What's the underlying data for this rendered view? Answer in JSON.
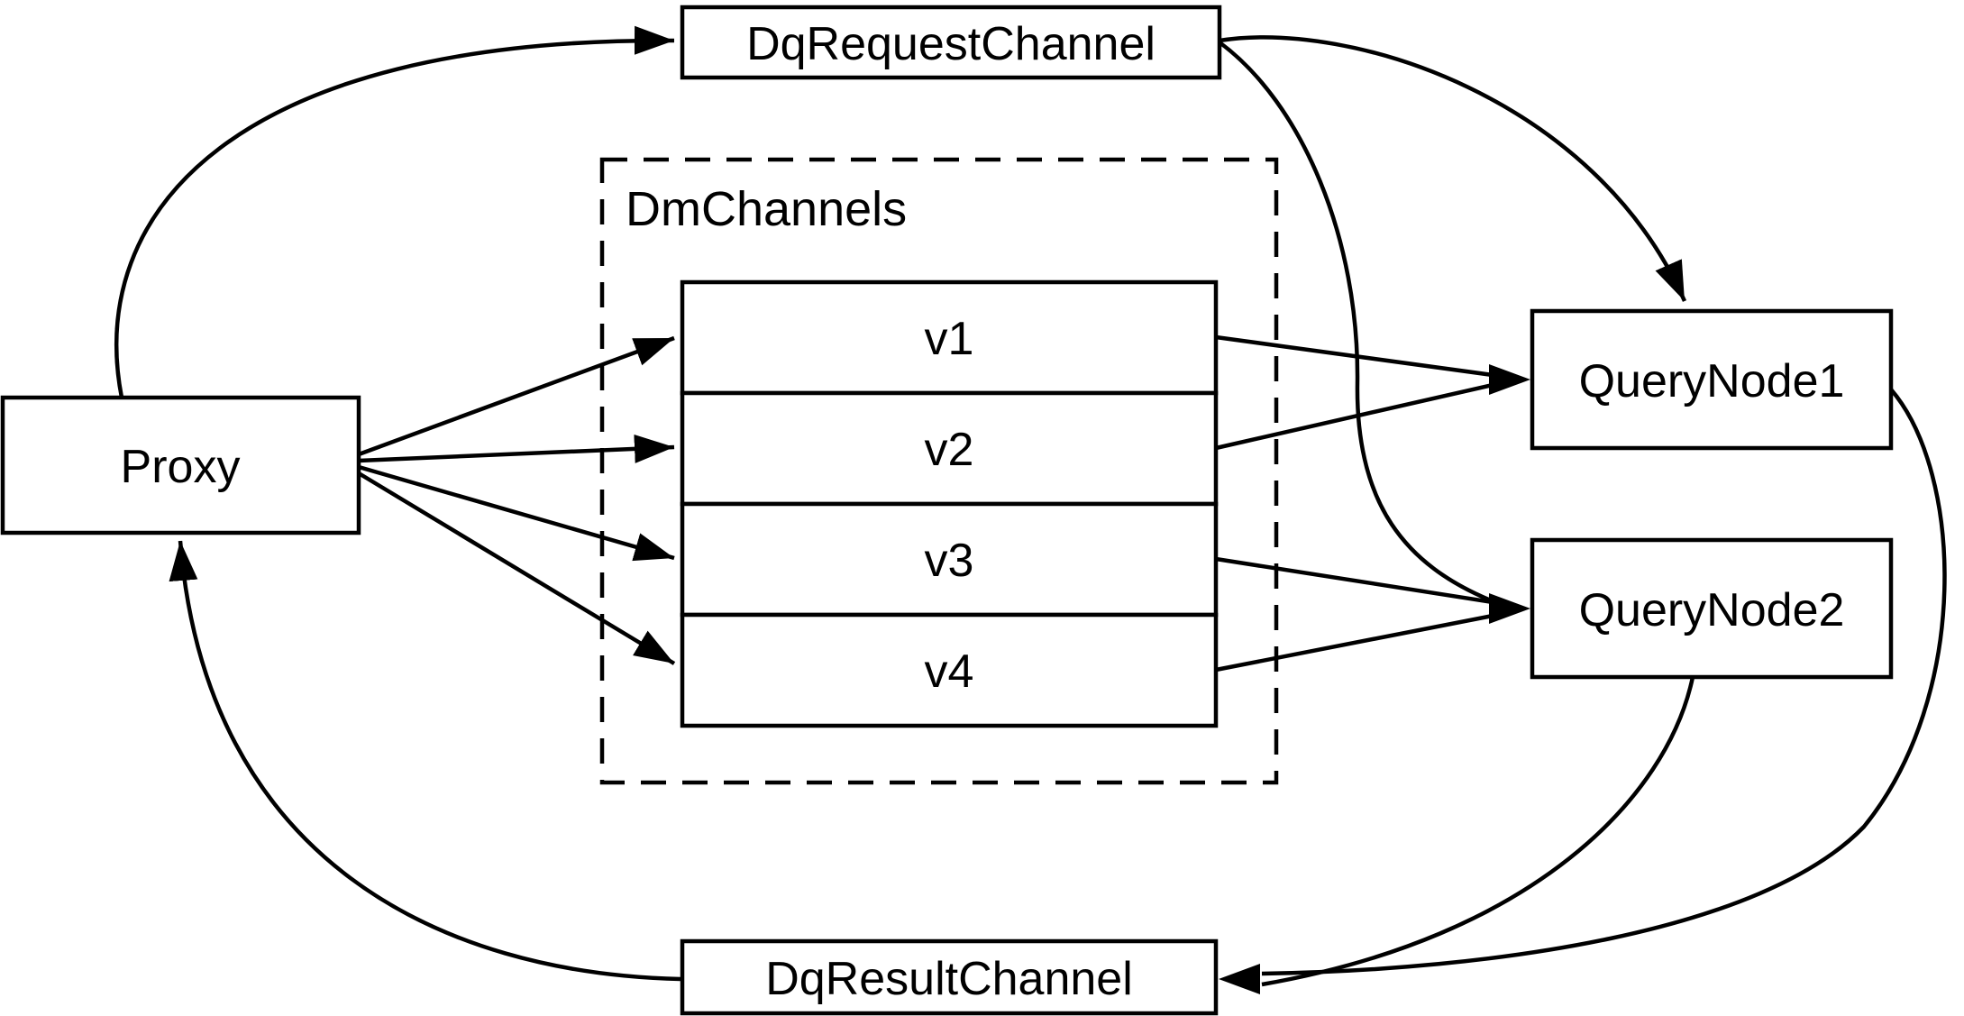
{
  "diagram": {
    "nodes": {
      "proxy": {
        "label": "Proxy"
      },
      "dq_request_channel": {
        "label": "DqRequestChannel"
      },
      "dm_channels_group": {
        "label": "DmChannels"
      },
      "v1": {
        "label": "v1"
      },
      "v2": {
        "label": "v2"
      },
      "v3": {
        "label": "v3"
      },
      "v4": {
        "label": "v4"
      },
      "query_node_1": {
        "label": "QueryNode1"
      },
      "query_node_2": {
        "label": "QueryNode2"
      },
      "dq_result_channel": {
        "label": "DqResultChannel"
      }
    },
    "edges": [
      {
        "from": "proxy",
        "to": "dq_request_channel"
      },
      {
        "from": "proxy",
        "to": "v1"
      },
      {
        "from": "proxy",
        "to": "v2"
      },
      {
        "from": "proxy",
        "to": "v3"
      },
      {
        "from": "proxy",
        "to": "v4"
      },
      {
        "from": "v1",
        "to": "query_node_1"
      },
      {
        "from": "v2",
        "to": "query_node_1"
      },
      {
        "from": "v3",
        "to": "query_node_2"
      },
      {
        "from": "v4",
        "to": "query_node_2"
      },
      {
        "from": "dq_request_channel",
        "to": "query_node_1"
      },
      {
        "from": "dq_request_channel",
        "to": "query_node_2"
      },
      {
        "from": "query_node_1",
        "to": "dq_result_channel"
      },
      {
        "from": "query_node_2",
        "to": "dq_result_channel"
      },
      {
        "from": "dq_result_channel",
        "to": "proxy"
      }
    ],
    "colors": {
      "background": "#ffffff",
      "line": "#000000",
      "text": "#000000",
      "box_fill": "#ffffff"
    }
  }
}
